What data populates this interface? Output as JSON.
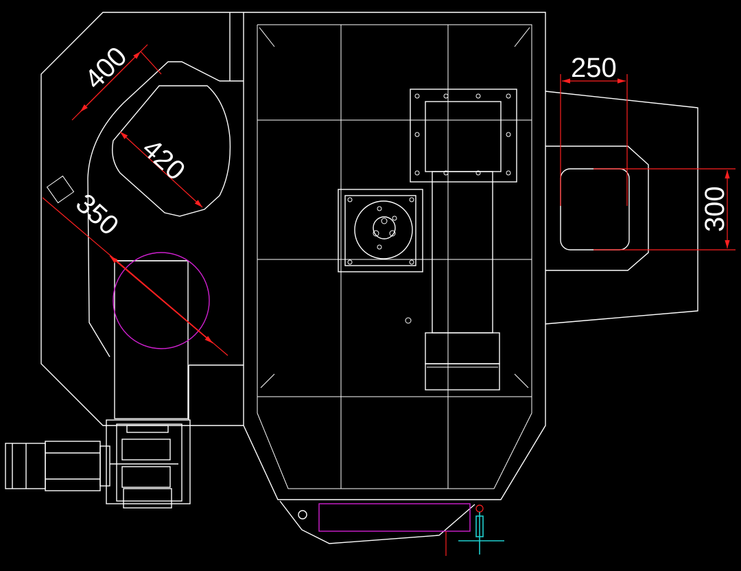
{
  "dimensions": {
    "d400": "400",
    "d420": "420",
    "d350": "350",
    "d250": "250",
    "d300": "300"
  },
  "colors": {
    "background": "#000000",
    "linework": "#ffffff",
    "dimension": "#ff2020",
    "circle": "#d020d0",
    "handwheel": "#20d0d0"
  }
}
